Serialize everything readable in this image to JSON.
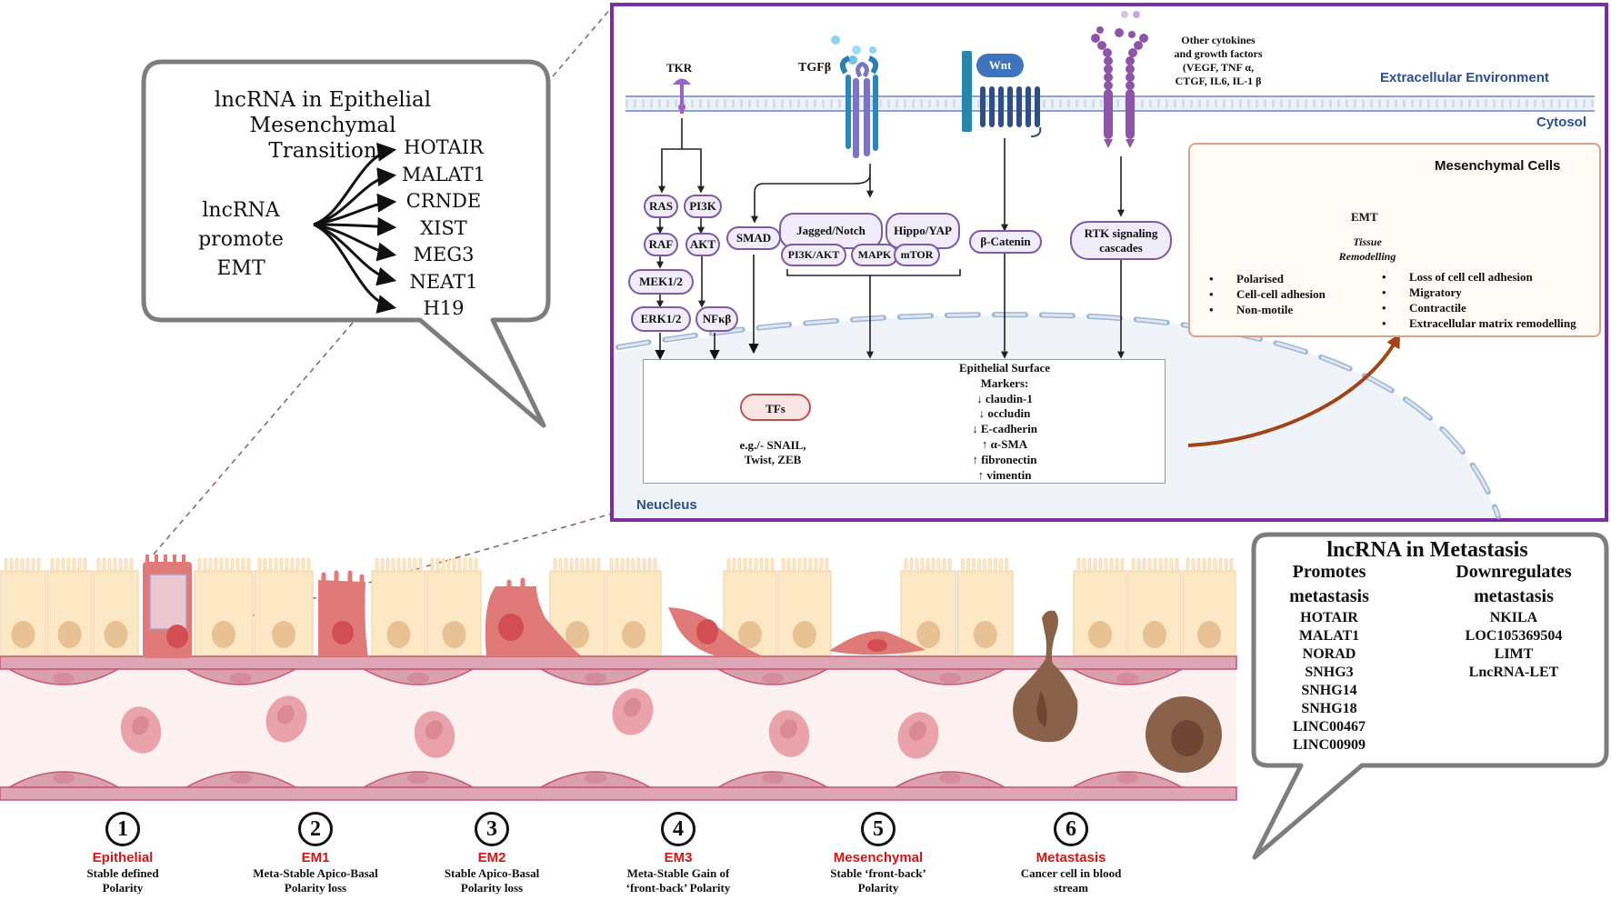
{
  "emt_callout": {
    "title": "lncRNA in Epithelial Mesenchymal Transition",
    "title_line1": "lncRNA in Epithelial Mesenchymal",
    "title_line2": "Transition",
    "center_line1": "lncRNA",
    "center_line2": "promote EMT",
    "lncrnas": [
      "HOTAIR",
      "MALAT1",
      "CRNDE",
      "XIST",
      "MEG3",
      "NEAT1",
      "H19"
    ]
  },
  "pathway_panel": {
    "regions": {
      "extracellular": "Extracellular Environment",
      "cytosol": "Cytosol",
      "nucleus": "Neucleus"
    },
    "receptors": {
      "tkr": "TKR",
      "tgfb": "TGFβ",
      "wnt": "Wnt",
      "other_line1": "Other cytokines",
      "other_line2": "and growth factors",
      "other_line3": "(VEGF, TNF α,",
      "other_line4": "CTGF, IL6, IL-1 β"
    },
    "nodes": {
      "ras": "RAS",
      "pi3k": "PI3K",
      "raf": "RAF",
      "akt": "AKT",
      "mek": "MEK1/2",
      "erk": "ERK1/2",
      "nfkb": "NFκβ",
      "smad": "SMAD",
      "jagged_notch": "Jagged/Notch",
      "hippo_yap": "Hippo/YAP",
      "pi3k_akt": "PI3K/AKT",
      "mapk": "MAPK",
      "mtor": "mTOR",
      "beta_catenin": "β-Catenin",
      "rtk_line1": "RTK signaling",
      "rtk_line2": "cascades"
    },
    "nucleus_box": {
      "tfs": "TFs",
      "tf_examples_line1": "e.g./- SNAIL,",
      "tf_examples_line2": "Twist, ZEB",
      "markers_title_line1": "Epithelial Surface",
      "markers_title_line2": "Markers:",
      "markers": [
        {
          "direction": "down",
          "arrow": "↓",
          "name": "claudin-1"
        },
        {
          "direction": "down",
          "arrow": "↓",
          "name": "occludin"
        },
        {
          "direction": "down",
          "arrow": "↓",
          "name": "E-cadherin"
        },
        {
          "direction": "up",
          "arrow": "↑",
          "name": "α-SMA"
        },
        {
          "direction": "up",
          "arrow": "↑",
          "name": "fibronectin"
        },
        {
          "direction": "up",
          "arrow": "↑",
          "name": "vimentin"
        }
      ]
    },
    "mesenchymal_box": {
      "title": "Mesenchymal Cells",
      "arrow_label": "EMT",
      "arrow_sublabel_line1": "Tissue",
      "arrow_sublabel_line2": "Remodelling",
      "epithelial_traits": [
        "Polarised",
        "Cell-cell adhesion",
        "Non-motile"
      ],
      "mesenchymal_traits": [
        "Loss of cell cell adhesion",
        "Migratory",
        "Contractile",
        "Extracellular matrix remodelling"
      ]
    }
  },
  "metastasis_callout": {
    "title": "lncRNA in Metastasis",
    "promotes_header_line1": "Promotes",
    "promotes_header_line2": "metastasis",
    "promotes": [
      "HOTAIR",
      "MALAT1",
      "NORAD",
      "SNHG3",
      "SNHG14",
      "SNHG18",
      "LINC00467",
      "LINC00909"
    ],
    "downregulates_header_line1": "Downregulates",
    "downregulates_header_line2": "metastasis",
    "downregulates": [
      "NKILA",
      "LOC105369504",
      "LIMT",
      "LncRNA-LET"
    ]
  },
  "stages": [
    {
      "number": "1",
      "name": "Epithelial",
      "desc_line1": "Stable defined",
      "desc_line2": "Polarity"
    },
    {
      "number": "2",
      "name": "EM1",
      "desc_line1": "Meta-Stable Apico-Basal",
      "desc_line2": "Polarity loss"
    },
    {
      "number": "3",
      "name": "EM2",
      "desc_line1": "Stable Apico-Basal",
      "desc_line2": "Polarity loss"
    },
    {
      "number": "4",
      "name": "EM3",
      "desc_line1": "Meta-Stable Gain of",
      "desc_line2": "‘front-back’ Polarity"
    },
    {
      "number": "5",
      "name": "Mesenchymal",
      "desc_line1": "Stable ‘front-back’",
      "desc_line2": "Polarity"
    },
    {
      "number": "6",
      "name": "Metastasis",
      "desc_line1": "Cancer cell in blood",
      "desc_line2": "stream"
    }
  ],
  "colors": {
    "panel_border": "#7a2fa0",
    "region_label": "#2d4f8e",
    "stage_name": "#d41515",
    "node_fill": "#f1ecf9",
    "node_border": "#7b5aa6",
    "epithelial_cell": "#fde8c6",
    "transitioning_cell": "#e07a78",
    "vessel_wall": "#d9a1ae",
    "blood_cell": "#eba3ab",
    "cancer_cell": "#8a6249"
  }
}
